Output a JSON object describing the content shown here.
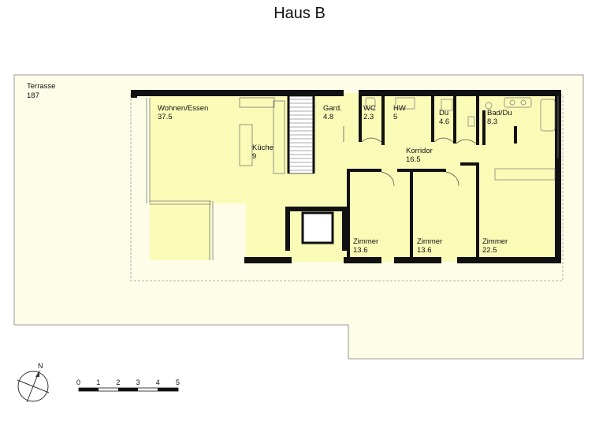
{
  "title": "Haus B",
  "terrace": {
    "name": "Terrasse",
    "area": "187"
  },
  "rooms": [
    {
      "id": "wohnen",
      "name": "Wohnen/Essen",
      "area": "37.5"
    },
    {
      "id": "kueche",
      "name": "Küche",
      "area": "9"
    },
    {
      "id": "gard",
      "name": "Gard.",
      "area": "4.8"
    },
    {
      "id": "wc",
      "name": "WC",
      "area": "2.3"
    },
    {
      "id": "hw",
      "name": "HW",
      "area": "5"
    },
    {
      "id": "du",
      "name": "Du",
      "area": "4.6"
    },
    {
      "id": "baddu",
      "name": "Bad/Du",
      "area": "8.3"
    },
    {
      "id": "korridor",
      "name": "Korridor",
      "area": "16.5"
    },
    {
      "id": "zimmer1",
      "name": "Zimmer",
      "area": "13.6"
    },
    {
      "id": "zimmer2",
      "name": "Zimmer",
      "area": "13.6"
    },
    {
      "id": "zimmer3",
      "name": "Zimmer",
      "area": "22.5"
    }
  ],
  "north_label": "N",
  "scale_labels": [
    "0",
    "1",
    "2",
    "3",
    "4",
    "5"
  ],
  "colors": {
    "terrace": "#fdfde8",
    "interior": "#fbfbb8",
    "wall": "#111111",
    "edge": "#999999"
  }
}
